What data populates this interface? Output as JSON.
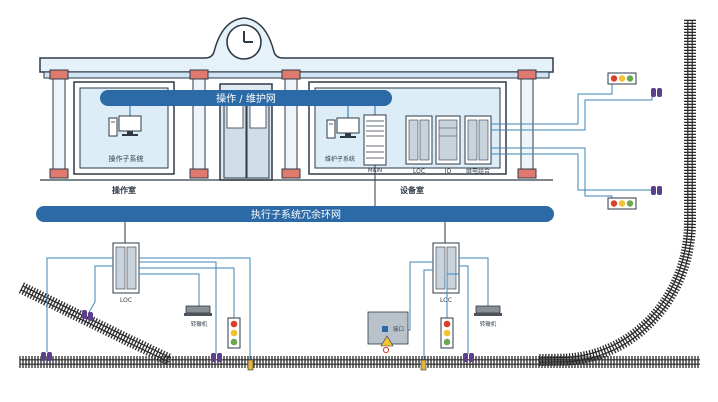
{
  "labels": {
    "ops_network": "操作 / 维护网",
    "exec_ring": "执行子系统冗余环网",
    "ops_subsystem": "操作子系统",
    "maint_subsystem": "维护子系统",
    "ops_room": "操作室",
    "equip_room": "设备室",
    "main": "MAIN",
    "loc": "LOC",
    "io": "IO",
    "relay_combo": "继电组合",
    "loc_field_left": "LOC",
    "loc_field_right": "LOC",
    "switch_machine_left": "转辙机",
    "switch_machine_right": "转辙机",
    "io_port": "接口"
  },
  "colors": {
    "blue_bus": "#2b6aa6",
    "building_light": "#dcedf8",
    "building_stroke": "#2f3a47",
    "pillar_cap": "#e07a6f",
    "track": "#2a2a2a",
    "cable": "#3d86b8",
    "signal_red": "#d9402b",
    "signal_yellow": "#f1c232",
    "signal_green": "#6aa84f",
    "purple_device": "#5b3f8c",
    "yellow_device": "#e8b53b"
  }
}
